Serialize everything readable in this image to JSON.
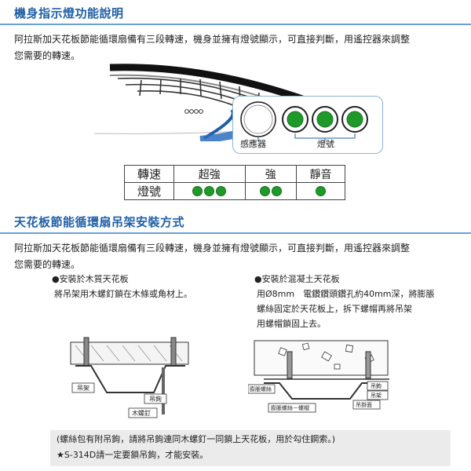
{
  "section1": {
    "title": "機身指示燈功能說明",
    "desc_line1": "阿拉斯加天花板節能循環扇備有三段轉速，機身並擁有燈號顯示，可直接判斷，用遙控器來調整",
    "desc_line2": "您需要的轉速。",
    "sensor_label": "感應器",
    "light_label": "燈號"
  },
  "speed_table": {
    "row1_header": "轉速",
    "row2_header": "燈號",
    "levels": [
      {
        "name": "超強",
        "lights": 3
      },
      {
        "name": "強",
        "lights": 2
      },
      {
        "name": "靜音",
        "lights": 1
      }
    ],
    "light_color": "#1f9a2a"
  },
  "section2": {
    "title": "天花板節能循環扇吊架安裝方式",
    "desc_line1": "阿拉斯加天花板節能循環扇備有三段轉速，機身並擁有燈號顯示，可直接判斷，用遙控器來調整",
    "desc_line2": "您需要的轉速。",
    "wood": {
      "title": "●安裝於木質天花板",
      "line1": "將吊架用木螺釘鎖在木條或角材上。",
      "labels": {
        "bracket": "吊架",
        "hook": "吊鉤",
        "screw": "木螺釘"
      }
    },
    "concrete": {
      "title": "●安裝於混凝土天花板",
      "line1": "用Ø8mm　電鑽鑽頭鑽孔約40mm深，將膨脹",
      "line2": "螺絲固定於天花板上，拆下螺帽再將吊架",
      "line3": "用螺帽鎖固上去。",
      "labels": {
        "anchor": "膨脹螺絲",
        "anchor_nut": "膨脹螺絲－螺帽",
        "hook": "吊鉤",
        "bracket": "吊架",
        "ceiling": "吊掛面"
      }
    }
  },
  "notes": {
    "line1": "(螺絲包有附吊鉤，請將吊鉤連同木螺釘一同鎖上天花板，用於勾住鋼索。)",
    "line2": "★S-314D請一定要鎖吊鉤，才能安裝。"
  },
  "colors": {
    "accent": "#1f5fa8",
    "rule": "#6aa0d8",
    "green": "#1f9a2a",
    "note_bg": "#ebebeb"
  }
}
